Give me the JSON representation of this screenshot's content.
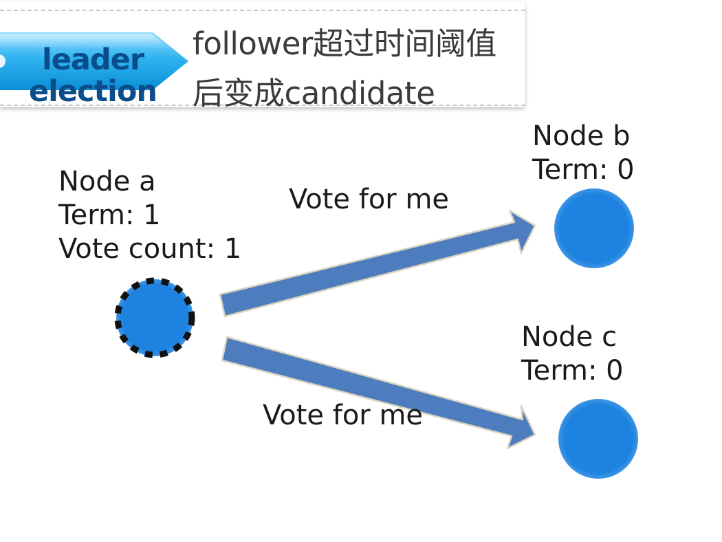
{
  "header": {
    "tag_line1": "leader",
    "tag_line2": "election",
    "title_line1": "follower超过时间阈值",
    "title_line2": "后变成candidate"
  },
  "nodes": [
    {
      "name": "Node a",
      "term": "Term: 1",
      "vote_count": "Vote count: 1",
      "state": "candidate"
    },
    {
      "name": "Node b",
      "term": "Term: 0",
      "state": "follower"
    },
    {
      "name": "Node c",
      "term": "Term: 0",
      "state": "follower"
    }
  ],
  "messages": [
    {
      "label": "Vote for me",
      "from": "Node a",
      "to": "Node b"
    },
    {
      "label": "Vote for me",
      "from": "Node a",
      "to": "Node c"
    }
  ],
  "colors": {
    "node_fill": "#1e82e0",
    "arrow_fill": "#4d7dbe",
    "arrow_edge": "#d9d5c0",
    "tag_blue": "#1aa3e8",
    "tag_text": "#0b4c8a"
  }
}
